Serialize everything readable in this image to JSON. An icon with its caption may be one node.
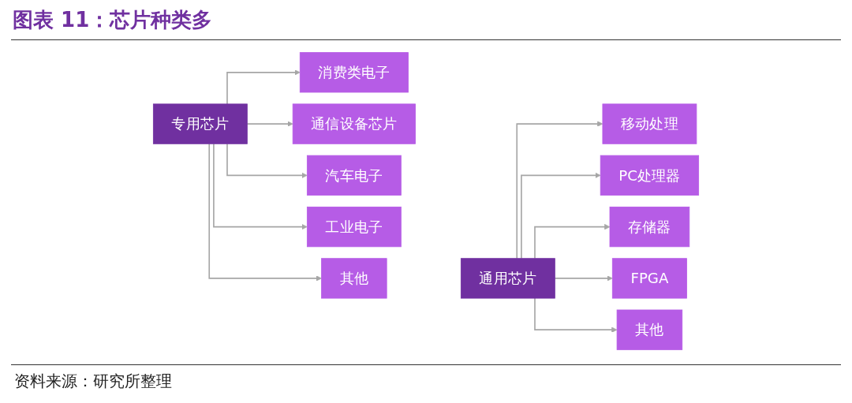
{
  "diagram": {
    "title": "图表 11：芯片种类多",
    "caption": "资料来源：研究所整理",
    "nodes": [
      {
        "text": [
          "专用芯片"
        ]
      },
      {
        "text": [
          "消费类电子"
        ]
      },
      {
        "text": [
          "通信设备芯片"
        ]
      },
      {
        "text": [
          "汽车电子"
        ]
      },
      {
        "text": [
          "工业电子"
        ]
      },
      {
        "text": [
          "其他"
        ]
      },
      {
        "text": [
          "通用芯片"
        ]
      },
      {
        "text": [
          "移动处理"
        ]
      },
      {
        "text": [
          "PC处理器"
        ]
      },
      {
        "text": [
          "存储器"
        ]
      },
      {
        "text": [
          "FPGA"
        ]
      },
      {
        "text": [
          "其他"
        ]
      }
    ],
    "edges": [
      {
        "from": 0,
        "to": 1,
        "arrow": "to"
      },
      {
        "from": 0,
        "to": 2,
        "arrow": "to"
      },
      {
        "from": 0,
        "to": 3,
        "arrow": "to"
      },
      {
        "from": 0,
        "to": 4,
        "arrow": "to"
      },
      {
        "from": 0,
        "to": 5,
        "arrow": "to"
      },
      {
        "from": 6,
        "to": 7,
        "arrow": "to"
      },
      {
        "from": 6,
        "to": 8,
        "arrow": "to"
      },
      {
        "from": 6,
        "to": 9,
        "arrow": "to"
      },
      {
        "from": 6,
        "to": 10,
        "arrow": "to"
      },
      {
        "from": 6,
        "to": 11,
        "arrow": "to"
      }
    ]
  }
}
